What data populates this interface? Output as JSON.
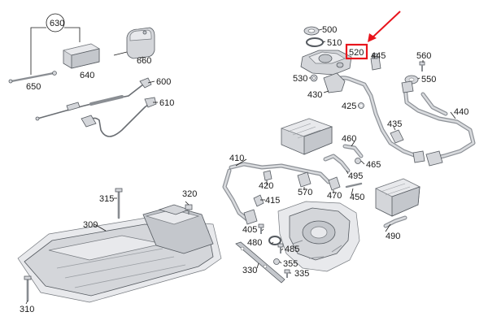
{
  "labels": [
    {
      "id": "630",
      "text": "630"
    },
    {
      "id": "640",
      "text": "640"
    },
    {
      "id": "650",
      "text": "650"
    },
    {
      "id": "660",
      "text": "660"
    },
    {
      "id": "600",
      "text": "600"
    },
    {
      "id": "610",
      "text": "610"
    },
    {
      "id": "500",
      "text": "500"
    },
    {
      "id": "510",
      "text": "510"
    },
    {
      "id": "520",
      "text": "520"
    },
    {
      "id": "445",
      "text": "445"
    },
    {
      "id": "560",
      "text": "560"
    },
    {
      "id": "550",
      "text": "550"
    },
    {
      "id": "530",
      "text": "530"
    },
    {
      "id": "430",
      "text": "430"
    },
    {
      "id": "425",
      "text": "425"
    },
    {
      "id": "440",
      "text": "440"
    },
    {
      "id": "435",
      "text": "435"
    },
    {
      "id": "460",
      "text": "460"
    },
    {
      "id": "465",
      "text": "465"
    },
    {
      "id": "495",
      "text": "495"
    },
    {
      "id": "410",
      "text": "410"
    },
    {
      "id": "420",
      "text": "420"
    },
    {
      "id": "570",
      "text": "570"
    },
    {
      "id": "470",
      "text": "470"
    },
    {
      "id": "450",
      "text": "450"
    },
    {
      "id": "415",
      "text": "415"
    },
    {
      "id": "315",
      "text": "315"
    },
    {
      "id": "320",
      "text": "320"
    },
    {
      "id": "300",
      "text": "300"
    },
    {
      "id": "405",
      "text": "405"
    },
    {
      "id": "480",
      "text": "480"
    },
    {
      "id": "485",
      "text": "485"
    },
    {
      "id": "490",
      "text": "490"
    },
    {
      "id": "330",
      "text": "330"
    },
    {
      "id": "355",
      "text": "355"
    },
    {
      "id": "335",
      "text": "335"
    },
    {
      "id": "310",
      "text": "310"
    }
  ],
  "highlight": {
    "label_id": "520",
    "color": "#e8141c"
  }
}
